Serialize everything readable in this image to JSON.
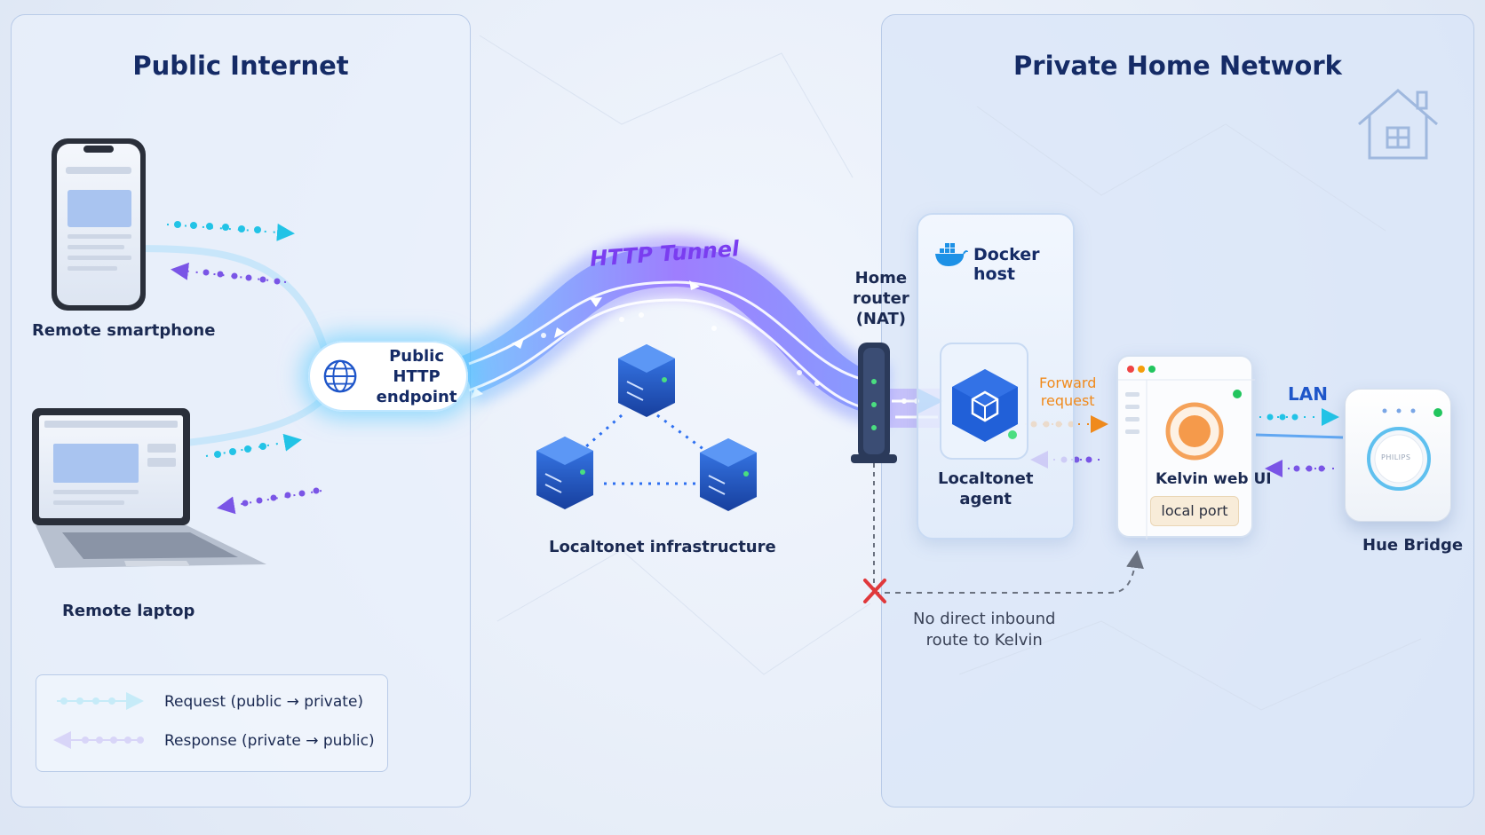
{
  "panels": {
    "left_title": "Public Internet",
    "right_title": "Private Home Network"
  },
  "devices": {
    "smartphone": "Remote smartphone",
    "laptop": "Remote laptop"
  },
  "endpoint": {
    "line1": "Public HTTP",
    "line2": "endpoint"
  },
  "tunnel_label": "HTTP Tunnel",
  "infrastructure_label": "Localtonet infrastructure",
  "router": {
    "line1": "Home",
    "line2": "router",
    "line3": "(NAT)"
  },
  "docker_host": "Docker host",
  "agent": {
    "line1": "Localtonet",
    "line2": "agent"
  },
  "forward": {
    "line1": "Forward",
    "line2": "request"
  },
  "kelvin": {
    "title": "Kelvin web UI",
    "port": "local port"
  },
  "lan_label": "LAN",
  "hue": {
    "label": "Hue Bridge",
    "brand": "PHILIPS"
  },
  "blocked": {
    "line1": "No direct inbound",
    "line2": "route to Kelvin"
  },
  "legend": {
    "request": "Request (public → private)",
    "response": "Response (private → public)"
  },
  "colors": {
    "request": "#22c3e6",
    "response": "#7a55e6",
    "forward": "#f08a1c",
    "tunnel": "#7c4dff",
    "server": "#1f56c9",
    "blocked": "#e0383b"
  },
  "icons": [
    "globe-icon",
    "docker-icon",
    "cube-icon",
    "house-icon",
    "server-icon",
    "router-icon",
    "x-mark-icon"
  ]
}
